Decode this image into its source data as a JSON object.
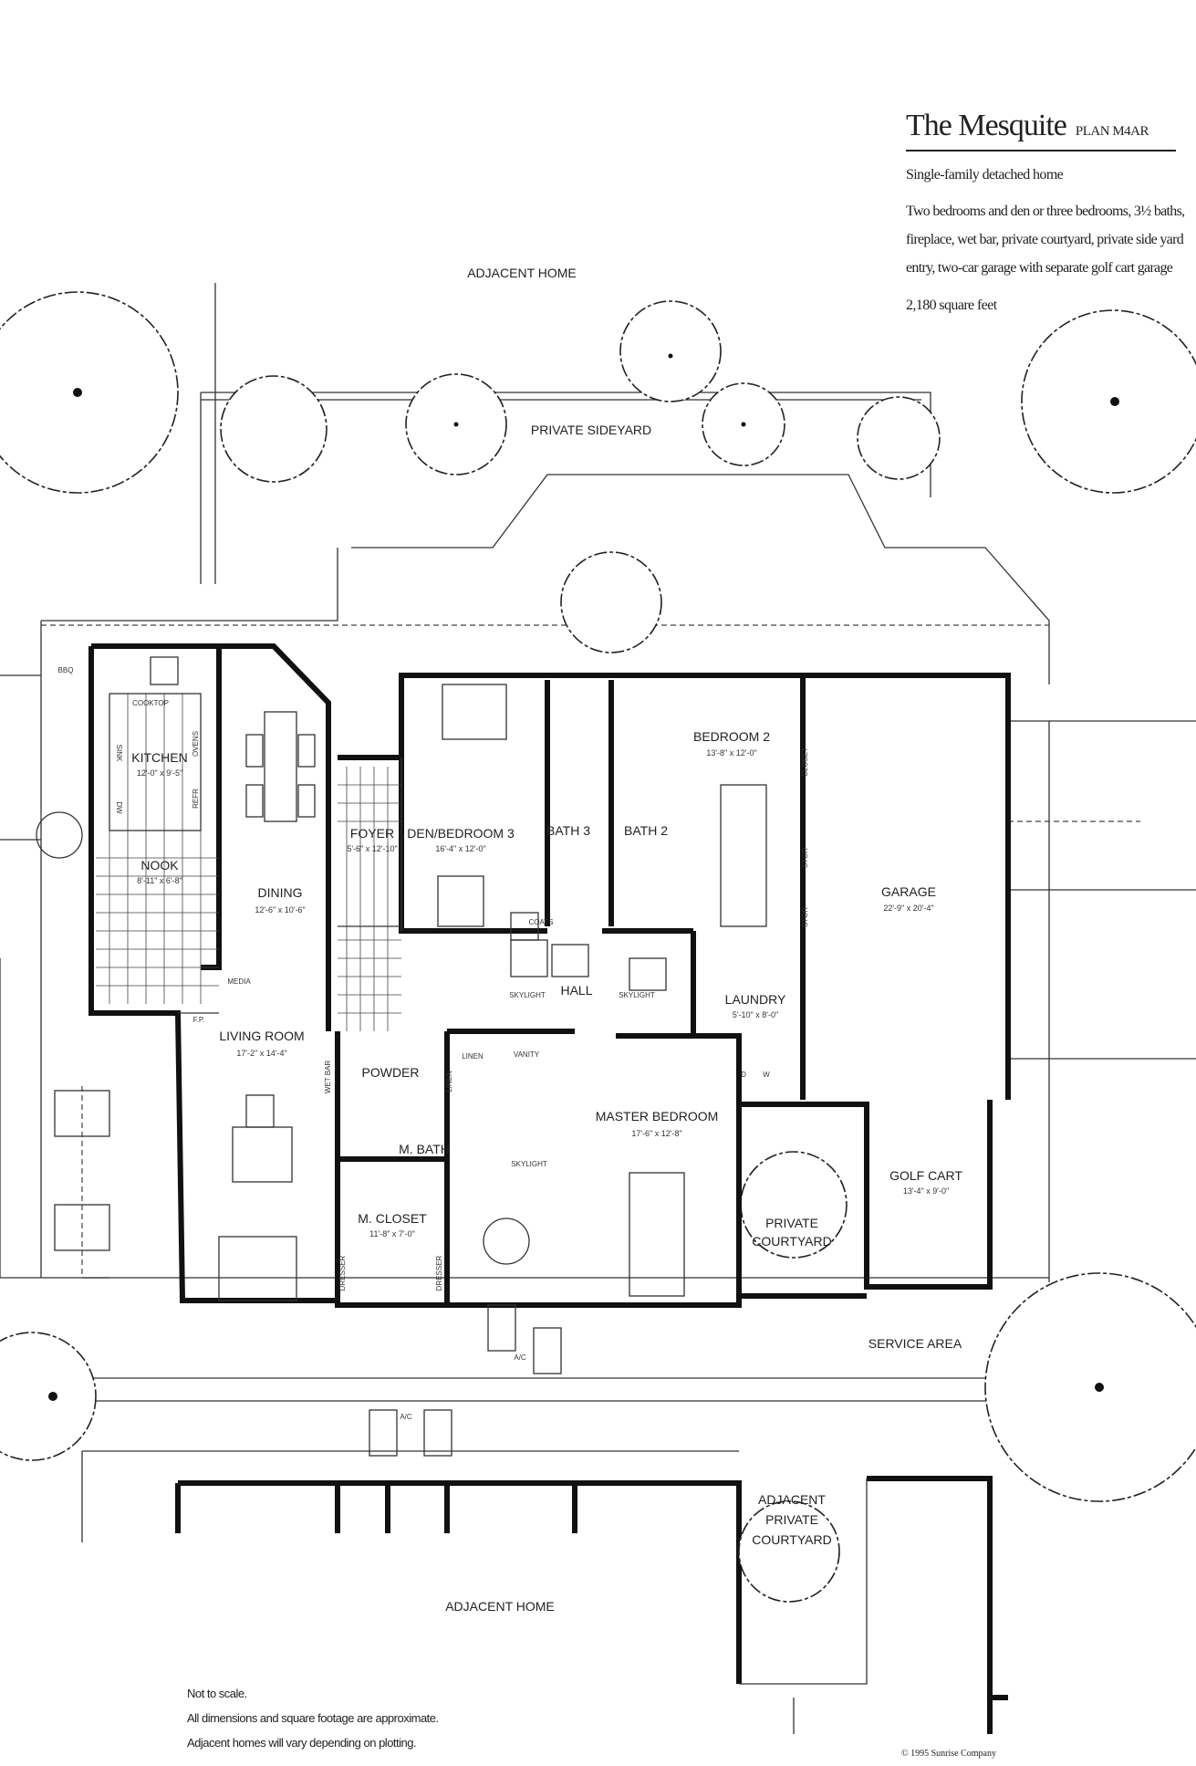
{
  "header": {
    "title": "The Mesquite",
    "plan": "PLAN M4AR",
    "subtitle": "Single-family detached home",
    "description": [
      "Two bedrooms and den or three bedrooms, 3½ baths,",
      "fireplace, wet bar, private courtyard, private side yard",
      "entry, two-car garage with separate golf cart garage"
    ],
    "area": "2,180 square feet"
  },
  "site": {
    "adjacent_home_top": "ADJACENT HOME",
    "private_sideyard": "PRIVATE SIDEYARD",
    "adjacent_home_bottom": "ADJACENT HOME",
    "service_area": "SERVICE AREA",
    "private_courtyard": [
      "PRIVATE",
      "COURTYARD"
    ],
    "adjacent_courtyard": [
      "ADJACENT",
      "PRIVATE",
      "COURTYARD"
    ]
  },
  "rooms": {
    "kitchen": {
      "name": "KITCHEN",
      "dims": "12'-0\" x 9'-5\""
    },
    "nook": {
      "name": "NOOK",
      "dims": "8'-11\" x 6'-8\""
    },
    "dining": {
      "name": "DINING",
      "dims": "12'-6\" x 10'-6\""
    },
    "foyer": {
      "name": "FOYER",
      "dims": "5'-6\" x 12'-10\""
    },
    "den": {
      "name": "DEN/BEDROOM 3",
      "dims": "16'-4\" x 12'-0\""
    },
    "bath3": {
      "name": "BATH 3"
    },
    "bath2": {
      "name": "BATH 2"
    },
    "bedroom2": {
      "name": "BEDROOM 2",
      "dims": "13'-8\" x 12'-0\""
    },
    "garage": {
      "name": "GARAGE",
      "dims": "22'-9\" x 20'-4\""
    },
    "hall": {
      "name": "HALL"
    },
    "laundry": {
      "name": "LAUNDRY",
      "dims": "5'-10\" x 8'-0\""
    },
    "living": {
      "name": "LIVING ROOM",
      "dims": "17'-2\" x 14'-4\""
    },
    "powder": {
      "name": "POWDER"
    },
    "mbath": {
      "name": "M. BATH"
    },
    "master": {
      "name": "MASTER BEDROOM",
      "dims": "17'-6\" x 12'-8\""
    },
    "mcloset": {
      "name": "M. CLOSET",
      "dims": "11'-8\" x 7'-0\""
    },
    "golfcart": {
      "name": "GOLF CART",
      "dims": "13'-4\" x 9'-0\""
    }
  },
  "fixtures": {
    "cooktop": "COOKTOP",
    "sink": "SINK",
    "dw": "DW",
    "refr": "REFR",
    "ovens": "OVENS",
    "media": "MEDIA",
    "fp": "F.P.",
    "wetbar": "WET BAR",
    "linen": "LINEN",
    "vanity": "VANITY",
    "skylight": "SKYLIGHT",
    "coats": "COATS",
    "closet": "CLOSET",
    "stor": "STOR",
    "dresser": "DRESSER",
    "ac": "A/C",
    "bbq": "BBQ",
    "dryer": "D",
    "washer": "W"
  },
  "notes": [
    "Not to scale.",
    "All dimensions and square footage are approximate.",
    "Adjacent homes will vary depending on plotting."
  ],
  "copyright": "© 1995 Sunrise Company"
}
